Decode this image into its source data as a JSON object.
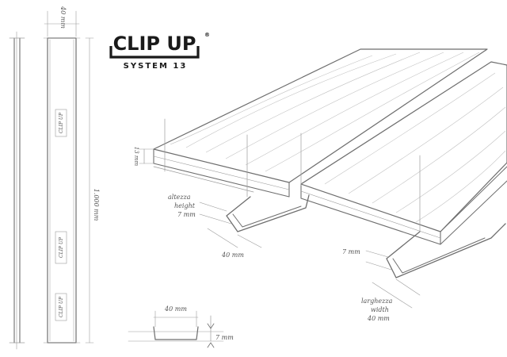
{
  "logo": {
    "title": "CLIP UP",
    "registered": "®",
    "subtitle": "SYSTEM 13",
    "color": "#1a1a1a"
  },
  "labels": {
    "left_profile_width": "40 mm",
    "left_profile_length": "1.000 mm",
    "board_thickness": "13 mm",
    "height_it": "altezza",
    "height_en": "height",
    "height_value": "7 mm",
    "clip_width_front": "40 mm",
    "right_height": "7 mm",
    "width_it": "larghezza",
    "width_en": "width",
    "width_value": "40 mm",
    "section_width": "40 mm",
    "section_height": "7 mm",
    "strip_mark": "CLIP UP"
  },
  "colors": {
    "pencil": "#6e6e6e",
    "background": "#ffffff"
  }
}
